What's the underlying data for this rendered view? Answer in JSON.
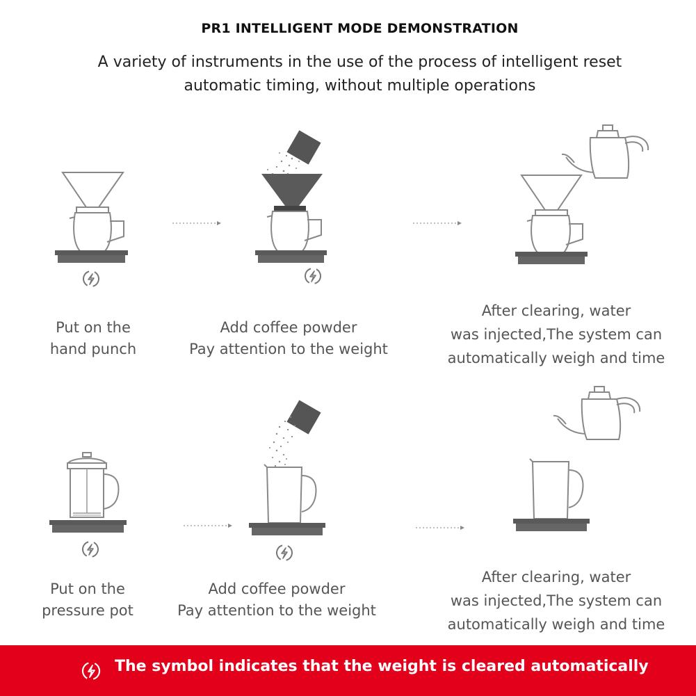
{
  "header": {
    "title": "PR1 INTELLIGENT MODE DEMONSTRATION",
    "subtitle_line1": "A variety of instruments in the use of the process of intelligent reset",
    "subtitle_line2": "automatic timing, without multiple operations"
  },
  "row1": {
    "step1": {
      "line1": "Put on the",
      "line2": "hand punch"
    },
    "step2": {
      "line1": "Add coffee powder",
      "line2": "Pay attention to the weight"
    },
    "step3": {
      "line1": "After clearing, water",
      "line2": "was injected,The system can",
      "line3": "automatically weigh and time"
    }
  },
  "row2": {
    "step1": {
      "line1": "Put on the",
      "line2": "pressure pot"
    },
    "step2": {
      "line1": "Add coffee powder",
      "line2": "Pay attention to the weight"
    },
    "step3": {
      "line1": "After clearing, water",
      "line2": "was injected,The system can",
      "line3": "automatically weigh and time"
    }
  },
  "footer": {
    "text": "The symbol indicates that the weight is cleared automatically",
    "icon": "auto-clear-icon"
  },
  "colors": {
    "scale": "#555555",
    "outline": "#8a8a8a",
    "footer_bg": "#e3001b"
  }
}
